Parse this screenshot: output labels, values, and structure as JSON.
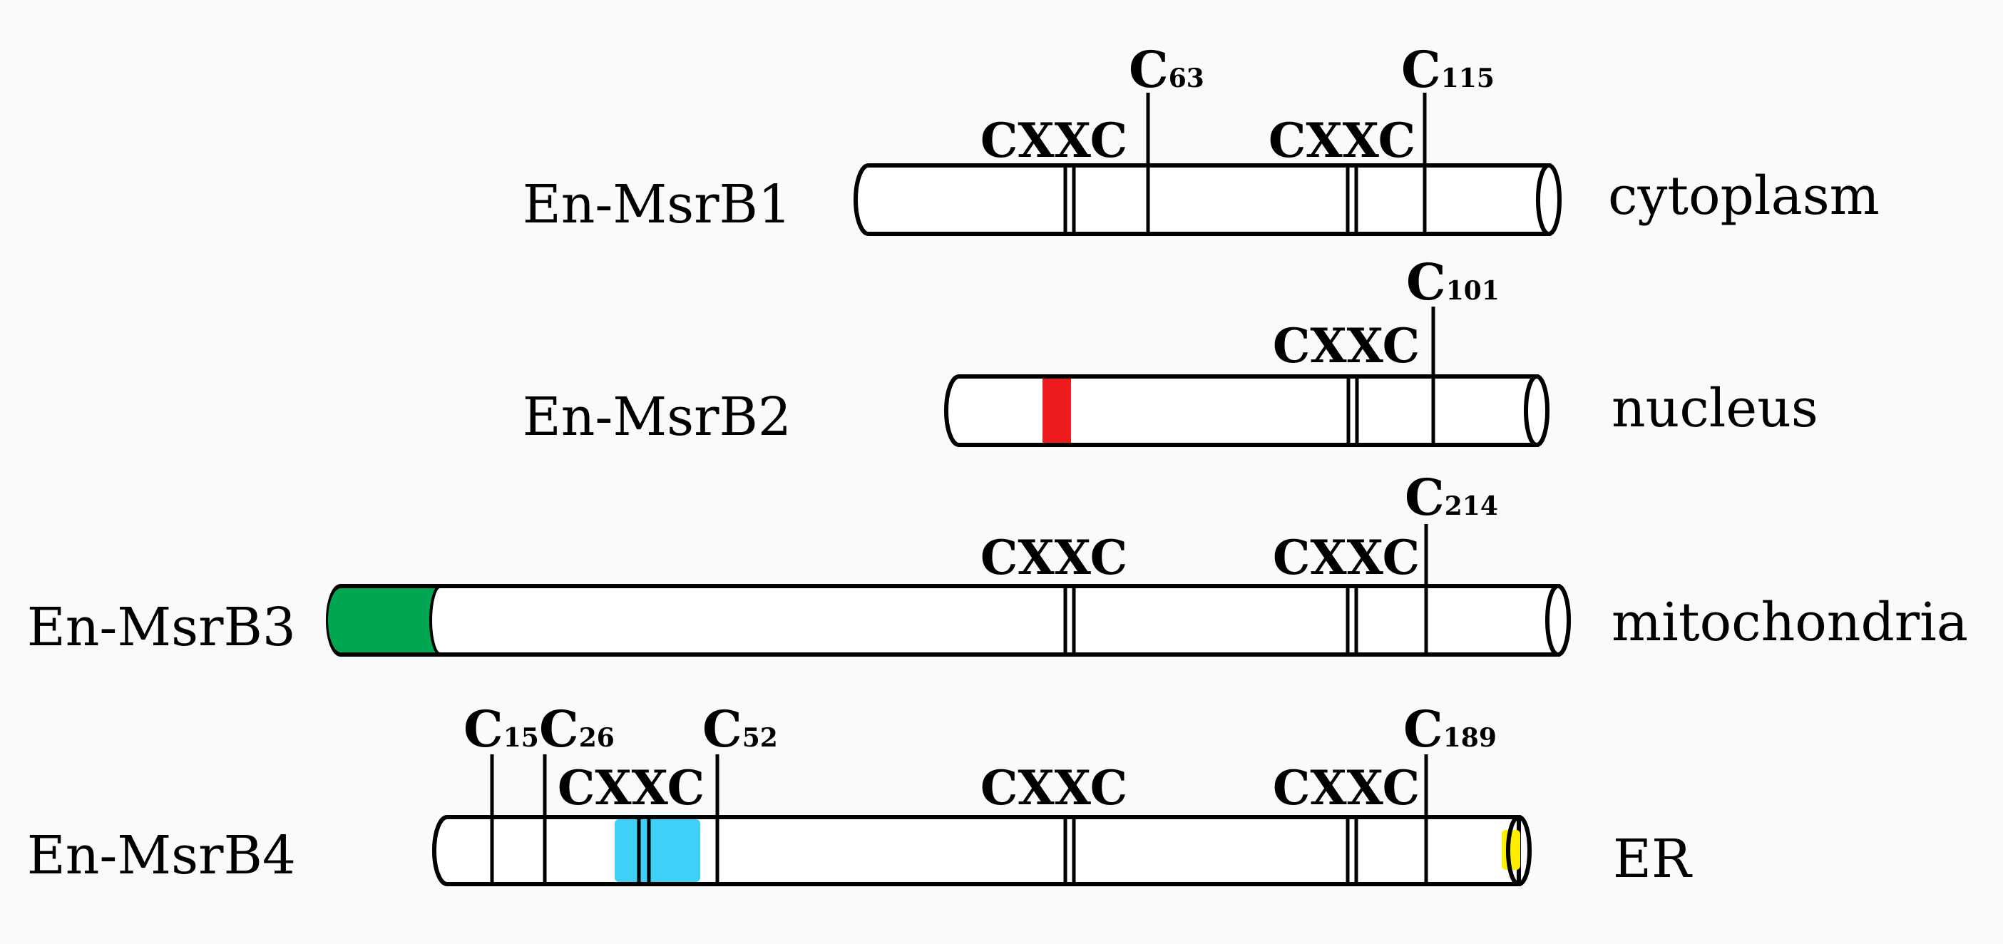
{
  "proteins": [
    {
      "name": "En-MsrB1",
      "location": "cytoplasm",
      "motifs": [
        {
          "label": "CXXC"
        },
        {
          "label": "CXXC"
        }
      ],
      "cysteines": [
        {
          "letter": "C",
          "position": "63"
        },
        {
          "letter": "C",
          "position": "115"
        }
      ],
      "domains": []
    },
    {
      "name": "En-MsrB2",
      "location": "nucleus",
      "motifs": [
        {
          "label": "CXXC"
        }
      ],
      "cysteines": [
        {
          "letter": "C",
          "position": "101"
        }
      ],
      "domains": [
        {
          "color": "#ee1c1c"
        }
      ]
    },
    {
      "name": "En-MsrB3",
      "location": "mitochondria",
      "motifs": [
        {
          "label": "CXXC"
        },
        {
          "label": "CXXC"
        }
      ],
      "cysteines": [
        {
          "letter": "C",
          "position": "214"
        }
      ],
      "domains": [
        {
          "color": "#00a651"
        }
      ]
    },
    {
      "name": "En-MsrB4",
      "location": "ER",
      "motifs": [
        {
          "label": "CXXC"
        },
        {
          "label": "CXXC"
        },
        {
          "label": "CXXC"
        }
      ],
      "cysteines": [
        {
          "letter": "C",
          "position": "15"
        },
        {
          "letter": "C",
          "position": "26"
        },
        {
          "letter": "C",
          "position": "52"
        },
        {
          "letter": "C",
          "position": "189"
        }
      ],
      "domains": [
        {
          "color": "#3fd0f8"
        },
        {
          "color": "#ffee00"
        }
      ]
    }
  ]
}
